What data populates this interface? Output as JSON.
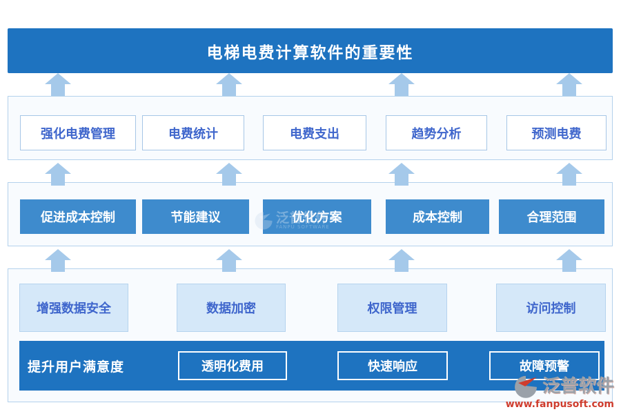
{
  "title": "电梯电费计算软件的重要性",
  "rows": {
    "fee": [
      "强化电费管理",
      "电费统计",
      "电费支出",
      "趋势分析",
      "预测电费"
    ],
    "cost": [
      "促进成本控制",
      "节能建议",
      "优化方案",
      "成本控制",
      "合理范围"
    ],
    "security": [
      "增强数据安全",
      "数据加密",
      "权限管理",
      "访问控制"
    ],
    "service": {
      "label": "提升用户满意度",
      "items": [
        "透明化费用",
        "快速响应",
        "故障预警"
      ]
    }
  },
  "watermark": {
    "brand": "泛普软件",
    "brand_sub": "FANPU SOFTWARE",
    "url": "www.fanpusoft.com"
  },
  "colors": {
    "primary_blue": "#1e73c0",
    "mid_blue": "#3e8bcd",
    "light_blue_box": "#d5e8f9",
    "arrow_blue": "#a5c9ea",
    "box_text_blue": "#3f66cc",
    "watermark_red": "#cf3d2e"
  }
}
